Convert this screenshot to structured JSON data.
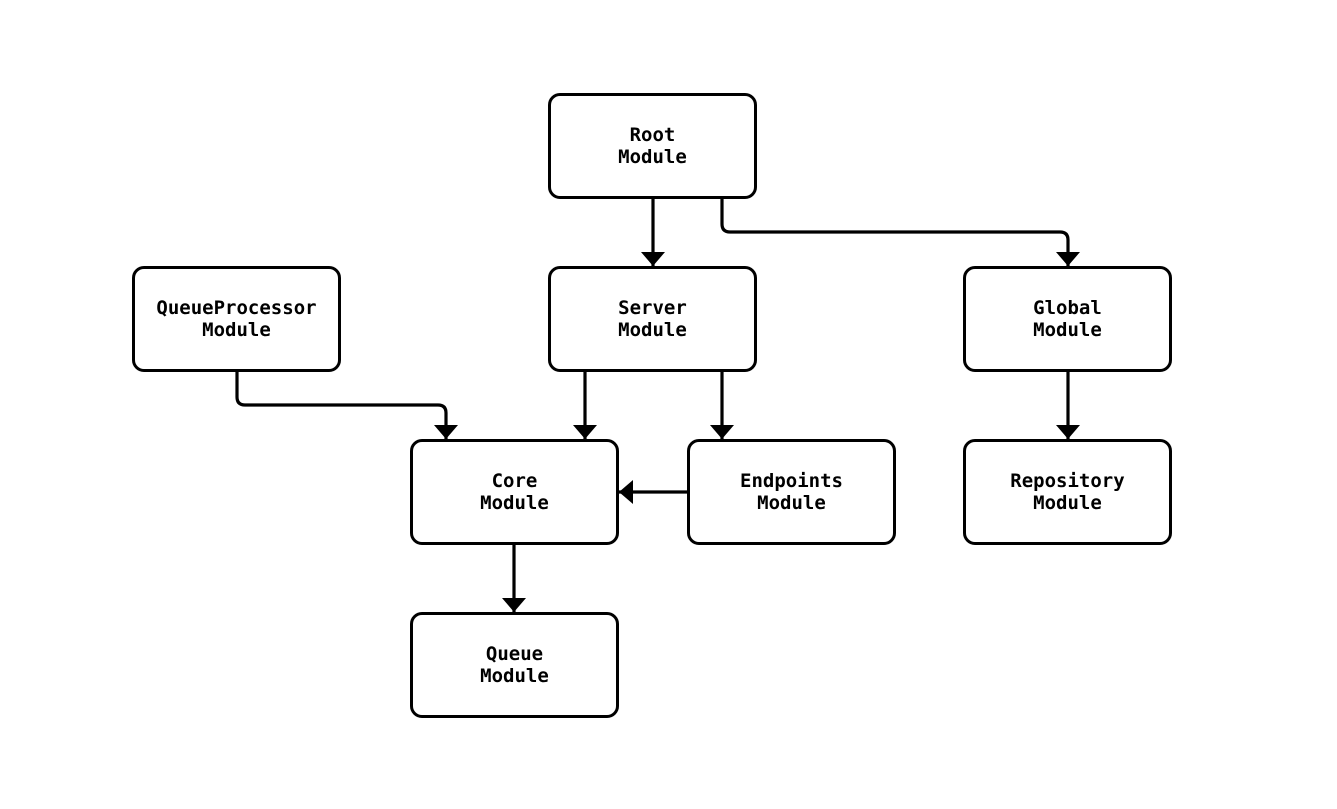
{
  "diagram": {
    "type": "module-dependency-graph",
    "background_color": "#ffffff",
    "node_fill_color": "#ffffff",
    "node_border_color": "#000000",
    "edge_color": "#000000",
    "text_color": "#000000",
    "nodes": [
      {
        "id": "root",
        "label": "Root\nModule"
      },
      {
        "id": "queueprocessor",
        "label": "QueueProcessor\nModule"
      },
      {
        "id": "server",
        "label": "Server\nModule"
      },
      {
        "id": "global",
        "label": "Global\nModule"
      },
      {
        "id": "core",
        "label": "Core\nModule"
      },
      {
        "id": "endpoints",
        "label": "Endpoints\nModule"
      },
      {
        "id": "repository",
        "label": "Repository\nModule"
      },
      {
        "id": "queue",
        "label": "Queue\nModule"
      }
    ],
    "edges": [
      {
        "from": "root",
        "to": "server"
      },
      {
        "from": "root",
        "to": "global"
      },
      {
        "from": "queueprocessor",
        "to": "core"
      },
      {
        "from": "server",
        "to": "core"
      },
      {
        "from": "server",
        "to": "endpoints"
      },
      {
        "from": "endpoints",
        "to": "core"
      },
      {
        "from": "global",
        "to": "repository"
      },
      {
        "from": "core",
        "to": "queue"
      }
    ]
  }
}
